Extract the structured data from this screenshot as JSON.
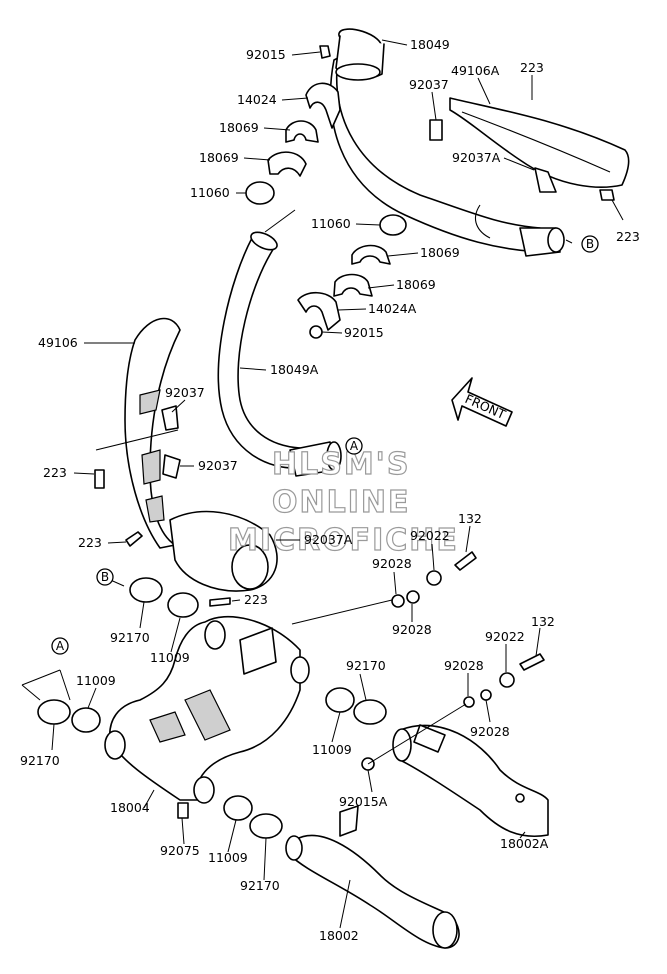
{
  "watermark": [
    "HLSM'S",
    "ONLINE",
    "MICROFICHE"
  ],
  "front_label": "FRONT",
  "refs": [
    "A",
    "B"
  ],
  "callouts": [
    "92015",
    "18049",
    "49106A",
    "223",
    "92037",
    "14024",
    "18069",
    "18069",
    "92037A",
    "11060",
    "11060",
    "18069",
    "223",
    "18069",
    "14024A",
    "92015",
    "49106",
    "18049A",
    "92037",
    "223",
    "92037",
    "223",
    "92037A",
    "132",
    "92022",
    "92028",
    "223",
    "92028",
    "92170",
    "11009",
    "132",
    "92022",
    "11009",
    "92170",
    "92028",
    "92028",
    "92170",
    "11009",
    "92015A",
    "18004",
    "18002A",
    "92075",
    "11009",
    "92170",
    "18002"
  ]
}
